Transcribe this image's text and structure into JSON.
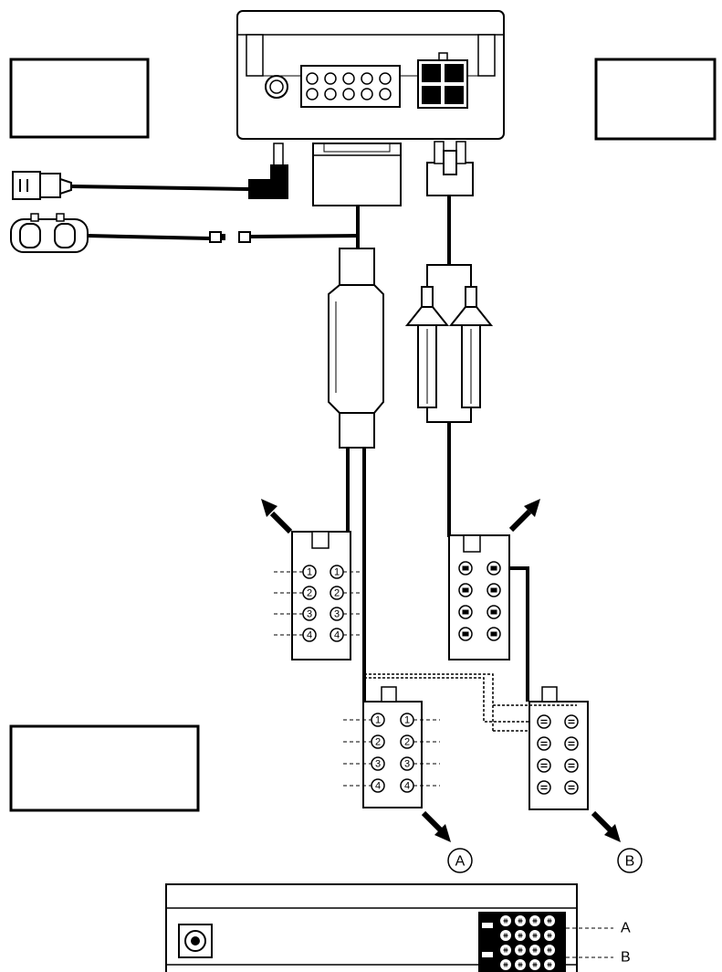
{
  "callouts": {
    "a": "A",
    "b": "B"
  },
  "head_unit_labels": {
    "a": "A",
    "b": "B"
  },
  "connector_left": {
    "pins": [
      "1",
      "1",
      "2",
      "2",
      "3",
      "3",
      "4",
      "4"
    ]
  },
  "connector_a": {
    "pins": [
      "1",
      "1",
      "2",
      "2",
      "3",
      "3",
      "4",
      "4"
    ]
  }
}
